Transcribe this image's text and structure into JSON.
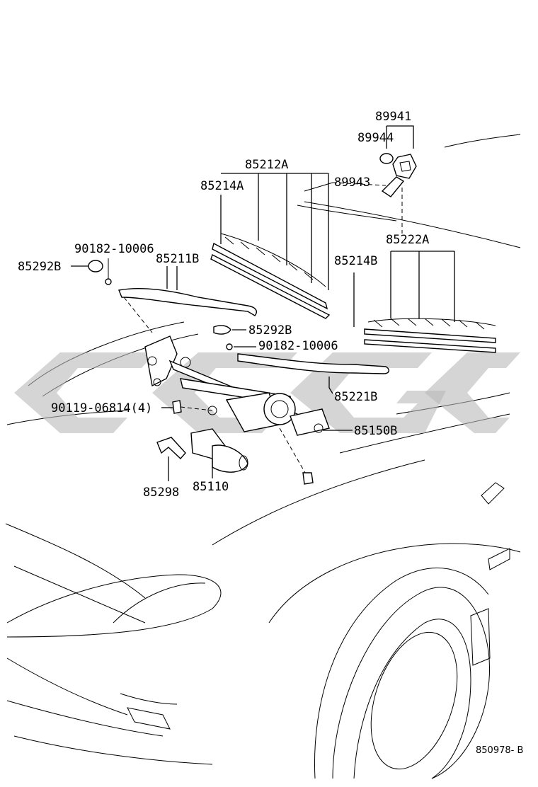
{
  "diagram": {
    "figure_code": "850978- B",
    "part_labels": [
      "89941",
      "89944",
      "85212A",
      "85214A",
      "89943",
      "85222A",
      "90182-10006",
      "85211B",
      "85292B",
      "85214B",
      "85292B",
      "90182-10006",
      "85221B",
      "90119-06814(4)",
      "85150B",
      "85298",
      "85110"
    ]
  }
}
